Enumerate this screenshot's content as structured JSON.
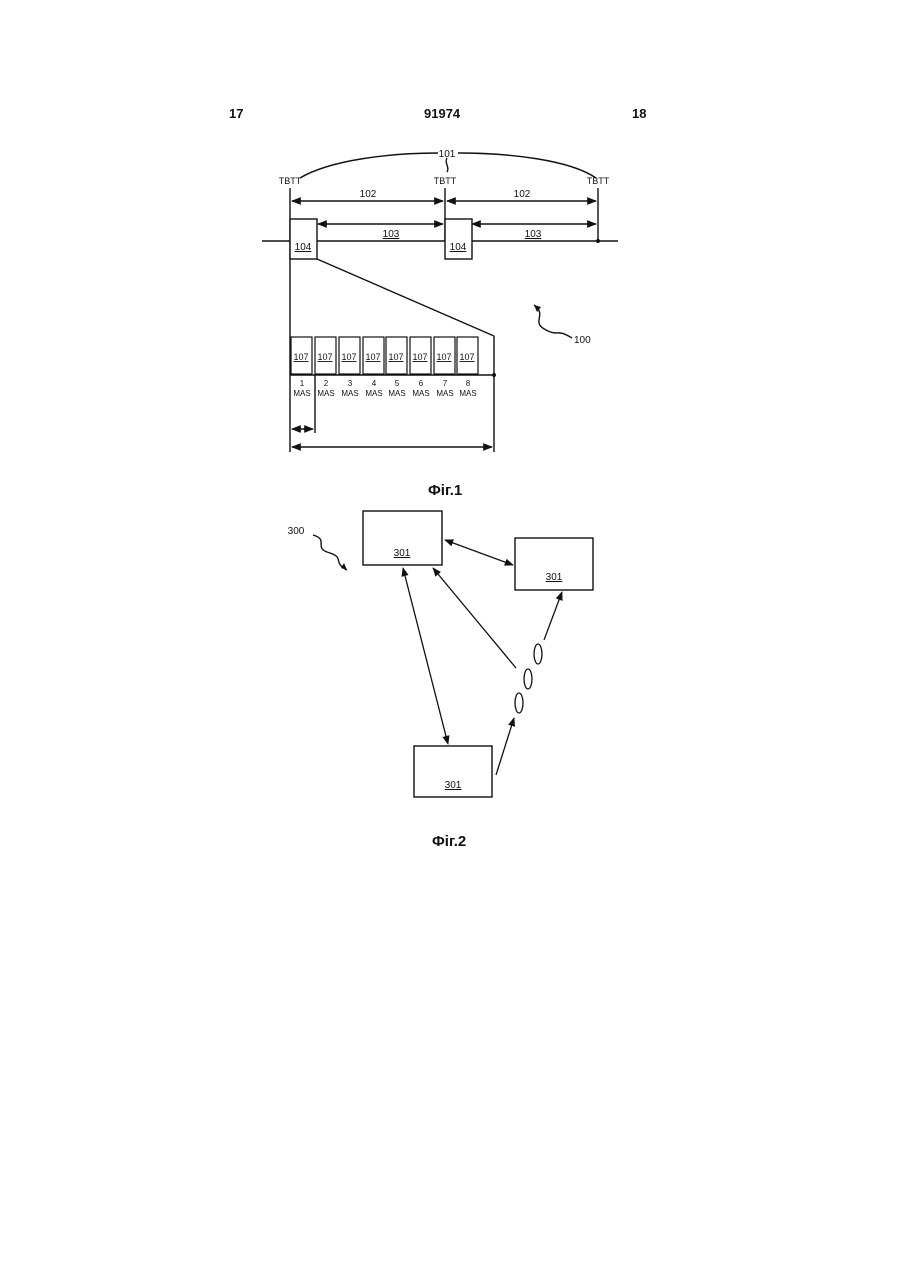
{
  "header": {
    "left_page": "17",
    "patent_number": "91974",
    "right_page": "18"
  },
  "fig1": {
    "caption": "Фiг.1",
    "tbtt_label": "TBTT",
    "ref_superframe_span": "101",
    "ref_superframe": "102",
    "ref_data_period": "103",
    "ref_beacon_period": "104",
    "ref_figure": "100",
    "ref_slot": "107",
    "mas_label": "MAS",
    "slot_numbers": [
      "1",
      "2",
      "3",
      "4",
      "5",
      "6",
      "7",
      "8"
    ]
  },
  "fig2": {
    "caption": "Фiг.2",
    "ref_network": "300",
    "ref_device": "301"
  }
}
